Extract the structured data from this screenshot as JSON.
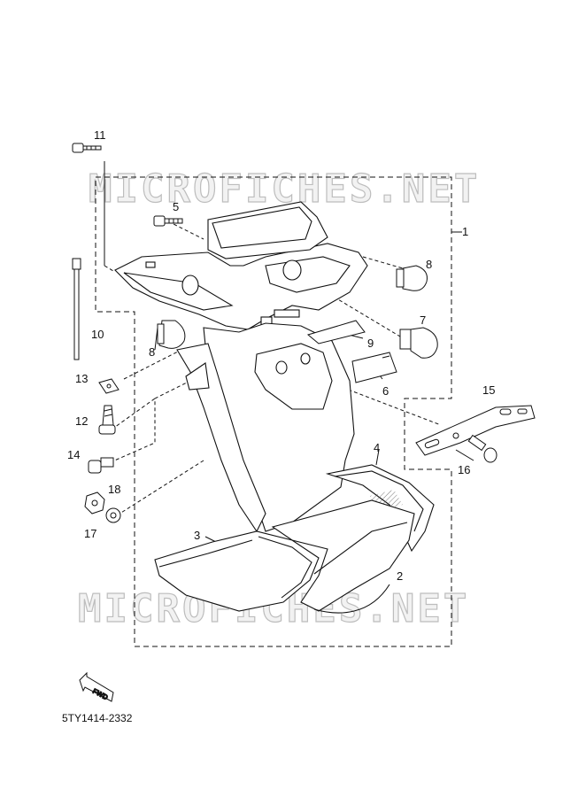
{
  "watermark": "MICROFICHES.NET",
  "diagram_code": "5TY1414-2332",
  "fwd_label": "FWD",
  "callouts": [
    "11",
    "5",
    "1",
    "8",
    "10",
    "7",
    "9",
    "8",
    "6",
    "13",
    "15",
    "12",
    "4",
    "14",
    "16",
    "18",
    "3",
    "17",
    "2"
  ],
  "colors": {
    "line": "#111111",
    "watermark_stroke": "#bdbdbd",
    "fill": "#ffffff",
    "shade": "#dcdcdc"
  }
}
